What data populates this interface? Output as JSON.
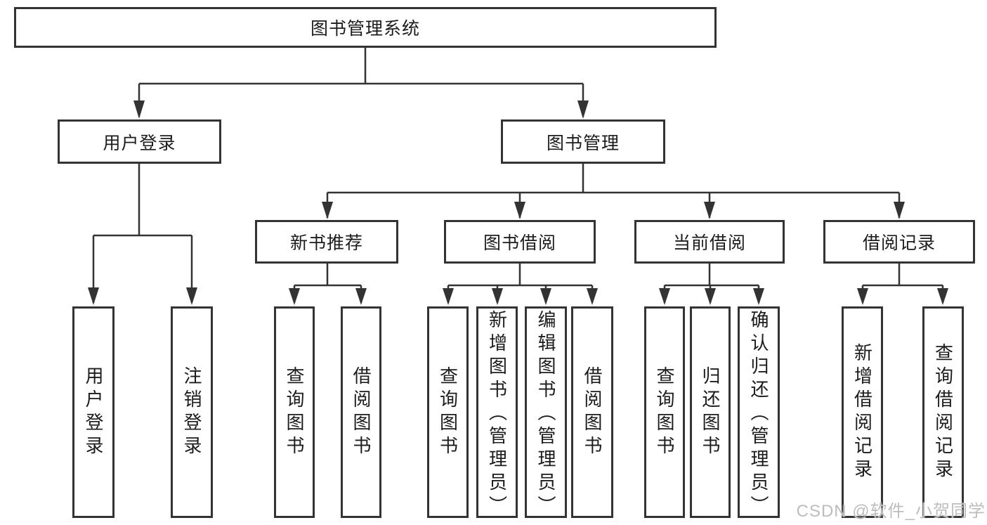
{
  "diagram": {
    "root": "图书管理系统",
    "level2": {
      "user_login": "用户登录",
      "book_management": "图书管理"
    },
    "level3": {
      "new_book_recommend": "新书推荐",
      "book_borrowing": "图书借阅",
      "current_borrowing": "当前借阅",
      "borrowing_records": "借阅记录"
    },
    "leaves": {
      "user_login": [
        "用户登录",
        "注销登录"
      ],
      "new_book_recommend": [
        "查询图书",
        "借阅图书"
      ],
      "book_borrowing": [
        "查询图书",
        "新增图书（管理员）",
        "编辑图书（管理员）",
        "借阅图书"
      ],
      "current_borrowing": [
        "查询图书",
        "归还图书",
        "确认归还（管理员）"
      ],
      "borrowing_records": [
        "新增借阅记录",
        "查询借阅记录"
      ]
    }
  },
  "watermark": "CSDN @软件_小贺同学",
  "colors": {
    "line": "#333333",
    "background": "#ffffff",
    "watermark_text": "#bdbdbd"
  }
}
